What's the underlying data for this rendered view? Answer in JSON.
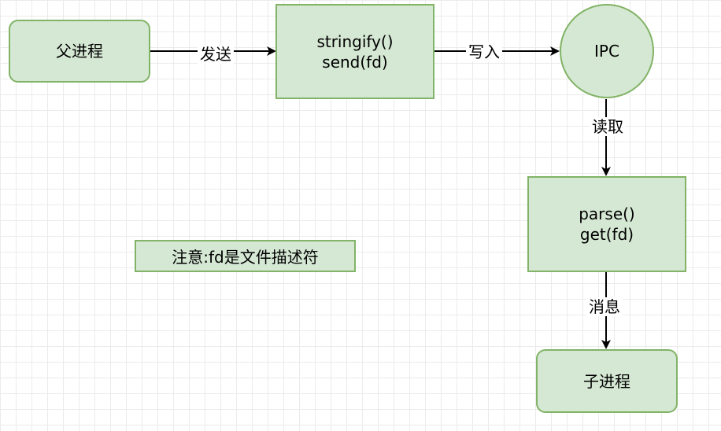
{
  "nodes": {
    "parent": {
      "label": "父进程"
    },
    "serialize": {
      "line1": "stringify()",
      "line2": "send(fd)"
    },
    "ipc": {
      "label": "IPC"
    },
    "deserialize": {
      "line1": "parse()",
      "line2": "get(fd)"
    },
    "child": {
      "label": "子进程"
    }
  },
  "edges": {
    "send": "发送",
    "write": "写入",
    "read": "读取",
    "message": "消息"
  },
  "note": "注意:fd是文件描述符",
  "colors": {
    "fill": "#d5e8d4",
    "stroke": "#82b366",
    "edge": "#000000",
    "grid": "#ebebeb"
  }
}
